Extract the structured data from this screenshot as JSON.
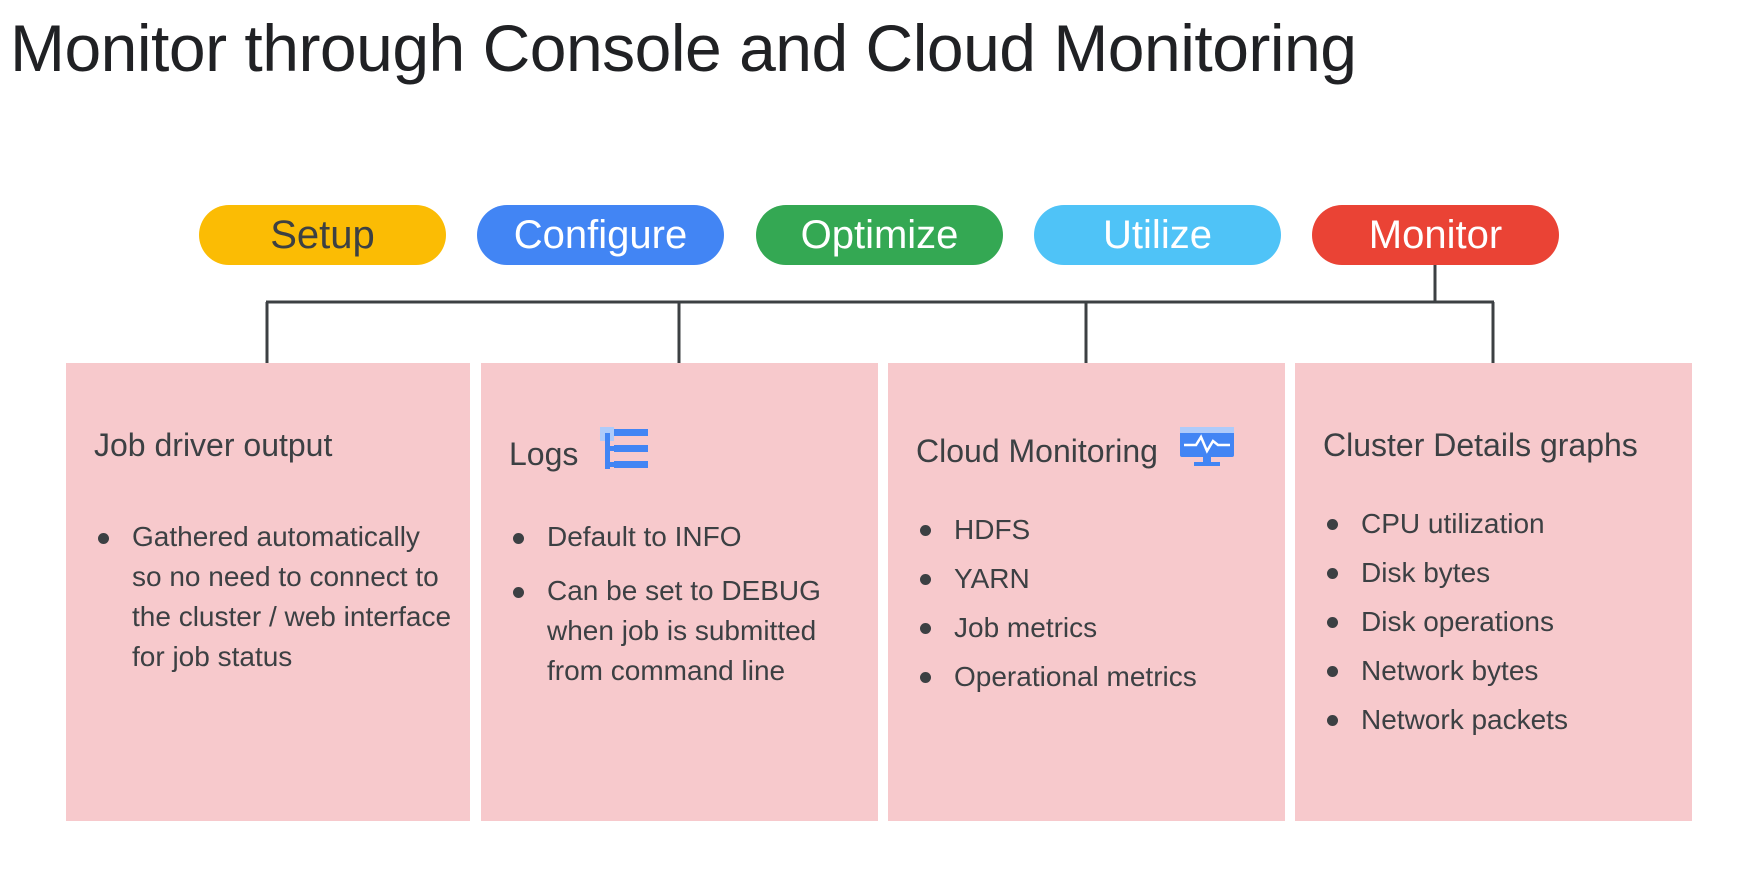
{
  "title": "Monitor through Console and Cloud Monitoring",
  "stages": [
    {
      "label": "Setup",
      "color": "#fbbc04"
    },
    {
      "label": "Configure",
      "color": "#4285f4"
    },
    {
      "label": "Optimize",
      "color": "#34a853"
    },
    {
      "label": "Utilize",
      "color": "#4fc3f7"
    },
    {
      "label": "Monitor",
      "color": "#ea4335"
    }
  ],
  "active_stage": "Monitor",
  "cards": [
    {
      "heading": "Job driver output",
      "items": [
        "Gathered automatically so no need to connect to the cluster / web interface for job status"
      ]
    },
    {
      "heading": "Logs",
      "icon": "logs-list-icon",
      "items": [
        "Default to INFO",
        "Can be set to DEBUG when job is submitted from command line"
      ]
    },
    {
      "heading": "Cloud Monitoring",
      "icon": "monitoring-display-icon",
      "items": [
        "HDFS",
        "YARN",
        "Job metrics",
        "Operational metrics"
      ]
    },
    {
      "heading": "Cluster Details graphs",
      "items": [
        "CPU utilization",
        "Disk bytes",
        "Disk operations",
        "Network bytes",
        "Network packets"
      ]
    }
  ],
  "colors": {
    "card_background": "#f7c9cc",
    "connector": "#3c4043",
    "icon_blue": "#4285f4"
  }
}
